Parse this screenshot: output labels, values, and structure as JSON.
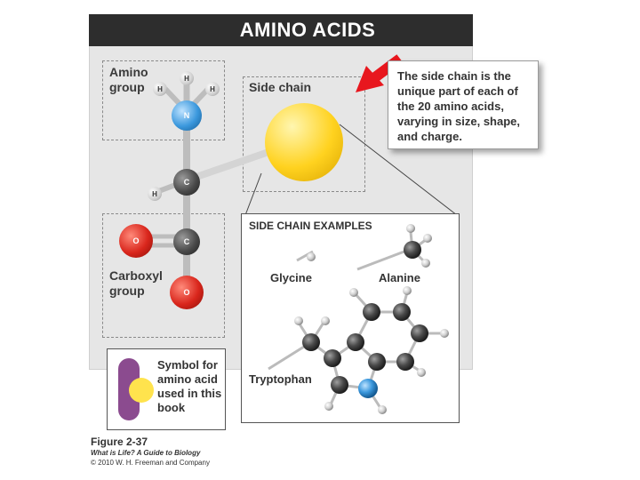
{
  "title": "AMINO ACIDS",
  "amino_group_label": "Amino group",
  "side_chain_label": "Side chain",
  "carboxyl_group_label": "Carboxyl group",
  "callout_text": "The side chain is the unique part of each of the 20 amino acids, varying in size, shape, and charge.",
  "examples": {
    "title": "SIDE CHAIN EXAMPLES",
    "glycine": "Glycine",
    "alanine": "Alanine",
    "tryptophan": "Tryptophan"
  },
  "symbol_text": "Symbol for amino acid used in this book",
  "atoms": {
    "H": "H",
    "N": "N",
    "C": "C",
    "O": "O"
  },
  "caption": {
    "figure": "Figure 2-37",
    "book": "What is Life? A Guide to Biology",
    "copyright": "© 2010 W. H. Freeman and Company"
  },
  "colors": {
    "title_bar": "#2d2d2d",
    "side_chain": "#ffd21f",
    "arrow": "#e8171e",
    "symbol_purple": "#8b4b8f",
    "symbol_yellow": "#ffe34d",
    "nitrogen": "#3b98dd",
    "oxygen": "#d9261c",
    "carbon": "#4a4a4a"
  }
}
